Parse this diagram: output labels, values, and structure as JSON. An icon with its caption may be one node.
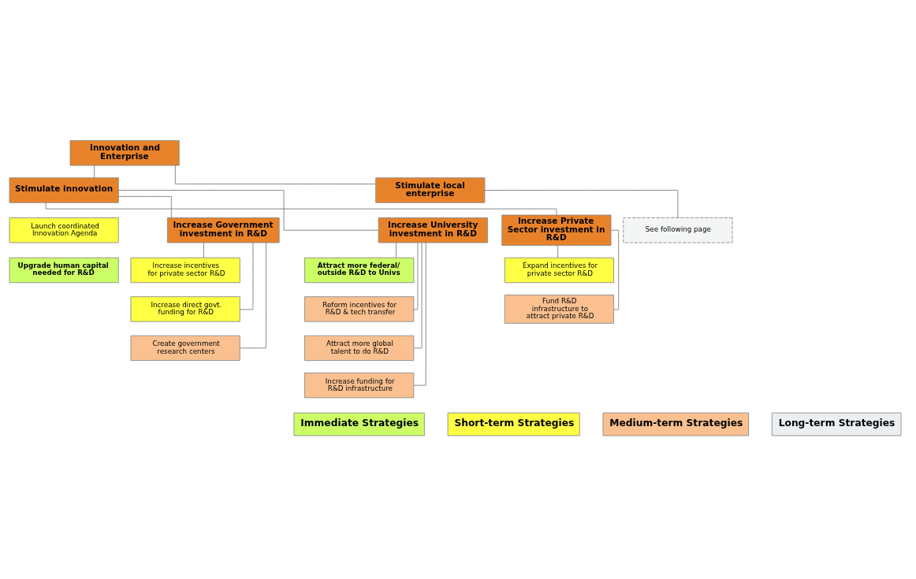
{
  "diagram": {
    "nodes": [
      {
        "text": [
          "Innovation and Enterprise"
        ]
      },
      {
        "text": [
          "Stimulate innovation"
        ]
      },
      {
        "text": [
          "Stimulate local enterprise"
        ]
      },
      {
        "text": [
          "See following page"
        ]
      },
      {
        "text": [
          "Launch coordinated Innovation Agenda"
        ]
      },
      {
        "text": [
          "Upgrade human capital needed for R&D"
        ]
      },
      {
        "text": [
          "Increase Government investment in R&D"
        ]
      },
      {
        "text": [
          "Increase University investment in R&D"
        ]
      },
      {
        "text": [
          "Increase Private Sector investment in R&D"
        ]
      },
      {
        "text": [
          "Increase incentives for private sector R&D"
        ]
      },
      {
        "text": [
          "Increase direct govt. funding for R&D"
        ]
      },
      {
        "text": [
          "Create government research centers"
        ]
      },
      {
        "text": [
          "Attract more federal/ outside R&D to Univs"
        ]
      },
      {
        "text": [
          "Reform incentives for R&D & tech transfer"
        ]
      },
      {
        "text": [
          "Attract more global talent to do R&D"
        ]
      },
      {
        "text": [
          "Increase funding for R&D infrastructure"
        ]
      },
      {
        "text": [
          "Expand incentives for private sector R&D"
        ]
      },
      {
        "text": [
          "Fund R&D infrastructure to attract private R&D"
        ]
      }
    ],
    "edges": [
      {
        "from": 0,
        "to": 1,
        "arrow": "none"
      },
      {
        "from": 0,
        "to": 2,
        "arrow": "none"
      },
      {
        "from": 2,
        "to": 3,
        "arrow": "none"
      },
      {
        "from": 1,
        "to": 6,
        "arrow": "none"
      },
      {
        "from": 1,
        "to": 7,
        "arrow": "none"
      },
      {
        "from": 1,
        "to": 8,
        "arrow": "none"
      },
      {
        "from": 6,
        "to": 9,
        "arrow": "none"
      },
      {
        "from": 6,
        "to": 10,
        "arrow": "none"
      },
      {
        "from": 6,
        "to": 11,
        "arrow": "none"
      },
      {
        "from": 7,
        "to": 12,
        "arrow": "none"
      },
      {
        "from": 7,
        "to": 13,
        "arrow": "none"
      },
      {
        "from": 7,
        "to": 14,
        "arrow": "none"
      },
      {
        "from": 7,
        "to": 15,
        "arrow": "none"
      },
      {
        "from": 8,
        "to": 16,
        "arrow": "none"
      },
      {
        "from": 8,
        "to": 17,
        "arrow": "none"
      }
    ],
    "legend": [
      {
        "text": "Immediate Strategies",
        "color": "#ccff66"
      },
      {
        "text": "Short-term Strategies",
        "color": "#ffff44"
      },
      {
        "text": "Medium-term Strategies",
        "color": "#fac090"
      },
      {
        "text": "Long-term Strategies",
        "color": "#eceff1"
      }
    ]
  }
}
